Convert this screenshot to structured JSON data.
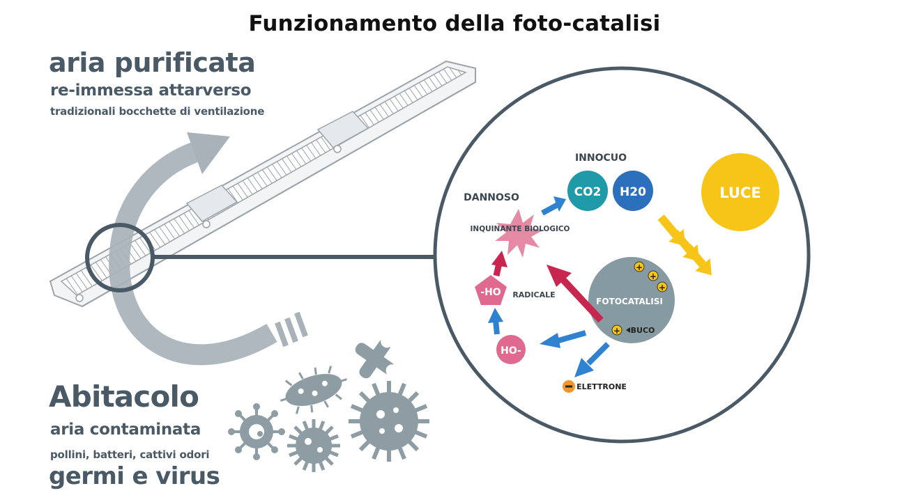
{
  "title": "Funzionamento della foto-catalisi",
  "top_text": {
    "heading": "aria purificata",
    "line1": "re-immessa attarverso",
    "line2": "tradizionali bocchette di ventilazione"
  },
  "bottom_text": {
    "heading": "Abitacolo",
    "line1": "aria contaminata",
    "line2": "pollini, batteri, cattivi odori",
    "line3": "germi e virus"
  },
  "detail": {
    "innocuo": "INNOCUO",
    "co2": "CO2",
    "h2o": "H20",
    "dannoso": "DANNOSO",
    "inquinante": "INQUINANTE BIOLOGICO",
    "radicale_ho": "-HO",
    "radicale": "RADICALE",
    "ho_minus": "HO-",
    "luce": "LUCE",
    "fotocatalisi": "FOTOCATALISI",
    "buco": "BUCO",
    "elettrone": "ELETTRONE"
  },
  "colors": {
    "circle_stroke": "#4a5966",
    "arrow_gray": "#a8b2b8",
    "teal": "#1e9aa8",
    "blue": "#2c6fbd",
    "arrow_blue": "#2f82cf",
    "pink": "#e06a8f",
    "star_pink": "#e48aa4",
    "red_arrow": "#c8254f",
    "luce_yellow": "#f6c518",
    "foto_gray": "#869aa2",
    "electron_orange": "#f0962a",
    "germ_gray": "#8d9da3"
  }
}
